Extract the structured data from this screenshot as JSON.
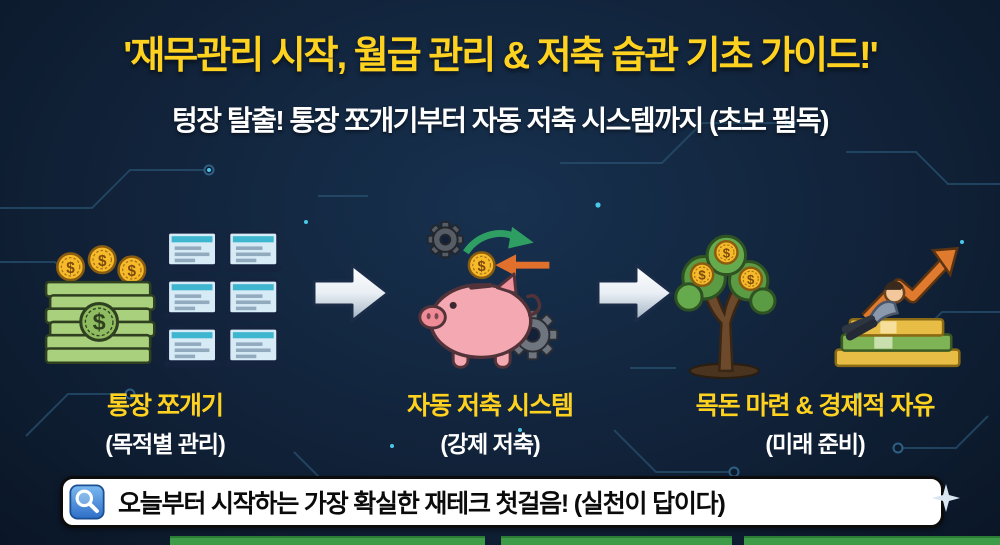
{
  "header": {
    "title": "'재무관리 시작, 월급 관리 & 저축 습관 기초 가이드!'",
    "subtitle": "텅장 탈출! 통장 쪼개기부터 자동 저축 시스템까지 (초보 필독)"
  },
  "flow": {
    "steps": [
      {
        "label": "통장 쪼개기",
        "sublabel": "(목적별 관리)",
        "icon": "cash-stack-and-accounts"
      },
      {
        "label": "자동 저축 시스템",
        "sublabel": "(강제 저축)",
        "icon": "piggy-bank-with-gears"
      },
      {
        "label": "목돈 마련 & 경제적 자유",
        "sublabel": "(미래 준비)",
        "icon": "money-tree-and-investor"
      }
    ],
    "connector_icon": "block-arrow-right"
  },
  "footer": {
    "icon": "magnifier",
    "text": "오늘부터 시작하는 가장 확실한 재테크 첫걸음! (실천이 답이다)",
    "decoration_icon": "sparkle"
  },
  "symbols": {
    "dollar": "$"
  },
  "colors": {
    "background": "#112239",
    "title_text": "#ffd21f",
    "subtitle_text": "#ffffff",
    "step_label": "#ffd21f",
    "step_sublabel": "#ffffff",
    "footer_background": "#ffffff",
    "footer_text": "#0b0b0b",
    "circuit_trace": "#27506f",
    "circuit_glow": "#49c8e8",
    "piggy_pink": "#f4a9b2",
    "money_green": "#a9d07d",
    "coin_gold": "#f7bb2a"
  }
}
